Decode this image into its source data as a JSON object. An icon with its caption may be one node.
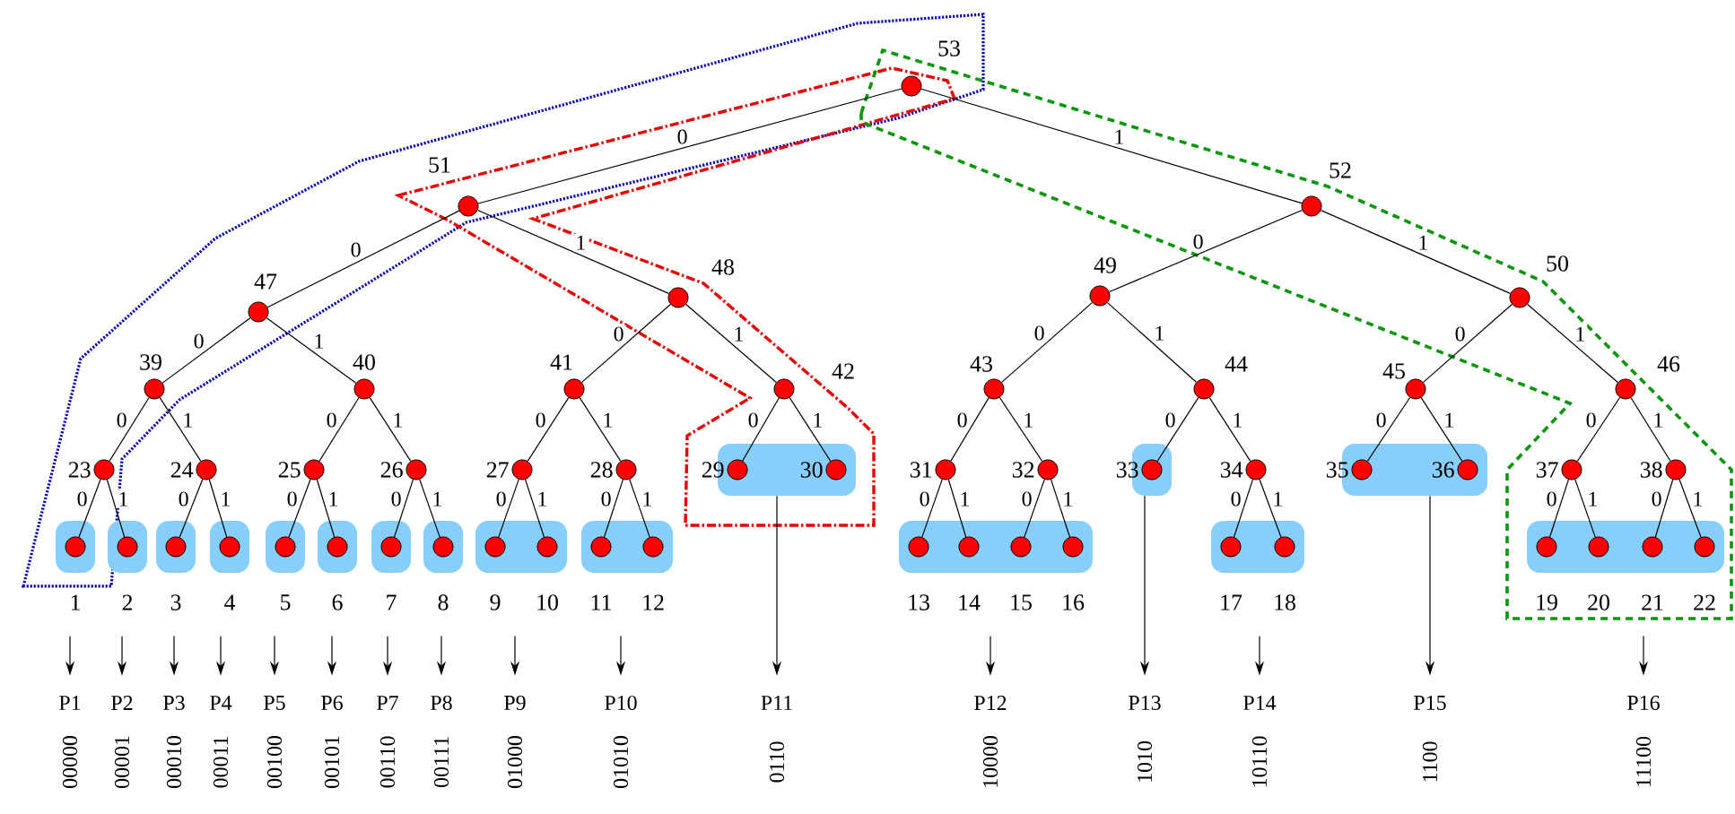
{
  "diagram": {
    "nodes": [
      {
        "text": [],
        "shape": "circle",
        "beside": [
          "53"
        ]
      },
      {
        "text": [],
        "shape": "circle",
        "beside": [
          "51"
        ]
      },
      {
        "text": [],
        "shape": "circle",
        "beside": [
          "52"
        ]
      },
      {
        "text": [],
        "shape": "circle",
        "beside": [
          "47"
        ]
      },
      {
        "text": [],
        "shape": "circle",
        "beside": [
          "48"
        ]
      },
      {
        "text": [],
        "shape": "circle",
        "beside": [
          "49"
        ]
      },
      {
        "text": [],
        "shape": "circle",
        "beside": [
          "50"
        ]
      },
      {
        "text": [],
        "shape": "circle",
        "beside": [
          "39"
        ]
      },
      {
        "text": [],
        "shape": "circle",
        "beside": [
          "40"
        ]
      },
      {
        "text": [],
        "shape": "circle",
        "beside": [
          "41"
        ]
      },
      {
        "text": [],
        "shape": "circle",
        "beside": [
          "42"
        ]
      },
      {
        "text": [],
        "shape": "circle",
        "beside": [
          "43"
        ]
      },
      {
        "text": [],
        "shape": "circle",
        "beside": [
          "44"
        ]
      },
      {
        "text": [],
        "shape": "circle",
        "beside": [
          "45"
        ]
      },
      {
        "text": [],
        "shape": "circle",
        "beside": [
          "46"
        ]
      },
      {
        "text": [],
        "shape": "circle",
        "beside": [
          "23"
        ]
      },
      {
        "text": [],
        "shape": "circle",
        "beside": [
          "24"
        ]
      },
      {
        "text": [],
        "shape": "circle",
        "beside": [
          "25"
        ]
      },
      {
        "text": [],
        "shape": "circle",
        "beside": [
          "26"
        ]
      },
      {
        "text": [],
        "shape": "circle",
        "beside": [
          "27"
        ]
      },
      {
        "text": [],
        "shape": "circle",
        "beside": [
          "28"
        ]
      },
      {
        "text": [],
        "shape": "box"
      },
      {
        "text": [],
        "shape": "circle",
        "beside": [
          "29"
        ],
        "in": 21
      },
      {
        "text": [],
        "shape": "circle",
        "beside": [
          "30"
        ],
        "in": 21
      },
      {
        "text": [],
        "shape": "circle",
        "beside": [
          "31"
        ]
      },
      {
        "text": [],
        "shape": "circle",
        "beside": [
          "32"
        ]
      },
      {
        "text": [],
        "shape": "box"
      },
      {
        "text": [],
        "shape": "circle",
        "beside": [
          "33"
        ],
        "in": 26
      },
      {
        "text": [],
        "shape": "circle",
        "beside": [
          "34"
        ]
      },
      {
        "text": [],
        "shape": "box"
      },
      {
        "text": [],
        "shape": "circle",
        "beside": [
          "35"
        ],
        "in": 29
      },
      {
        "text": [],
        "shape": "circle",
        "beside": [
          "36"
        ],
        "in": 29
      },
      {
        "text": [],
        "shape": "circle",
        "beside": [
          "37"
        ]
      },
      {
        "text": [],
        "shape": "circle",
        "beside": [
          "38"
        ]
      },
      {
        "text": [],
        "shape": "box"
      },
      {
        "text": [],
        "shape": "circle",
        "beside": [
          "1"
        ],
        "in": 34
      },
      {
        "text": [],
        "shape": "box"
      },
      {
        "text": [],
        "shape": "circle",
        "beside": [
          "2"
        ],
        "in": 36
      },
      {
        "text": [],
        "shape": "box"
      },
      {
        "text": [],
        "shape": "circle",
        "beside": [
          "3"
        ],
        "in": 38
      },
      {
        "text": [],
        "shape": "box"
      },
      {
        "text": [],
        "shape": "circle",
        "beside": [
          "4"
        ],
        "in": 40
      },
      {
        "text": [],
        "shape": "box"
      },
      {
        "text": [],
        "shape": "circle",
        "beside": [
          "5"
        ],
        "in": 42
      },
      {
        "text": [],
        "shape": "box"
      },
      {
        "text": [],
        "shape": "circle",
        "beside": [
          "6"
        ],
        "in": 44
      },
      {
        "text": [],
        "shape": "box"
      },
      {
        "text": [],
        "shape": "circle",
        "beside": [
          "7"
        ],
        "in": 46
      },
      {
        "text": [],
        "shape": "box"
      },
      {
        "text": [],
        "shape": "circle",
        "beside": [
          "8"
        ],
        "in": 48
      },
      {
        "text": [],
        "shape": "box"
      },
      {
        "text": [],
        "shape": "circle",
        "beside": [
          "9"
        ],
        "in": 50
      },
      {
        "text": [],
        "shape": "circle",
        "beside": [
          "10"
        ],
        "in": 50
      },
      {
        "text": [],
        "shape": "box"
      },
      {
        "text": [],
        "shape": "circle",
        "beside": [
          "11"
        ],
        "in": 53
      },
      {
        "text": [],
        "shape": "circle",
        "beside": [
          "12"
        ],
        "in": 53
      },
      {
        "text": [],
        "shape": "box"
      },
      {
        "text": [],
        "shape": "circle",
        "beside": [
          "13"
        ],
        "in": 56
      },
      {
        "text": [],
        "shape": "circle",
        "beside": [
          "14"
        ],
        "in": 56
      },
      {
        "text": [],
        "shape": "circle",
        "beside": [
          "15"
        ],
        "in": 56
      },
      {
        "text": [],
        "shape": "circle",
        "beside": [
          "16"
        ],
        "in": 56
      },
      {
        "text": [],
        "shape": "box"
      },
      {
        "text": [],
        "shape": "circle",
        "beside": [
          "17"
        ],
        "in": 61
      },
      {
        "text": [],
        "shape": "circle",
        "beside": [
          "18"
        ],
        "in": 61
      },
      {
        "text": [],
        "shape": "box"
      },
      {
        "text": [],
        "shape": "circle",
        "beside": [
          "19"
        ],
        "in": 64
      },
      {
        "text": [],
        "shape": "circle",
        "beside": [
          "20"
        ],
        "in": 64
      },
      {
        "text": [],
        "shape": "circle",
        "beside": [
          "21"
        ],
        "in": 64
      },
      {
        "text": [],
        "shape": "circle",
        "beside": [
          "22"
        ],
        "in": 64
      },
      {
        "text": [
          "P1"
        ],
        "beside": [
          "00000"
        ]
      },
      {
        "text": [
          "P2"
        ],
        "beside": [
          "00001"
        ]
      },
      {
        "text": [
          "P3"
        ],
        "beside": [
          "00010"
        ]
      },
      {
        "text": [
          "P4"
        ],
        "beside": [
          "00011"
        ]
      },
      {
        "text": [
          "P5"
        ],
        "beside": [
          "00100"
        ]
      },
      {
        "text": [
          "P6"
        ],
        "beside": [
          "00101"
        ]
      },
      {
        "text": [
          "P7"
        ],
        "beside": [
          "00110"
        ]
      },
      {
        "text": [
          "P8"
        ],
        "beside": [
          "00111"
        ]
      },
      {
        "text": [
          "P9"
        ],
        "beside": [
          "01000"
        ]
      },
      {
        "text": [
          "P10"
        ],
        "beside": [
          "01010"
        ]
      },
      {
        "text": [
          "P11"
        ],
        "beside": [
          "0110"
        ]
      },
      {
        "text": [
          "P12"
        ],
        "beside": [
          "10000"
        ]
      },
      {
        "text": [
          "P13"
        ],
        "beside": [
          "1010"
        ]
      },
      {
        "text": [
          "P14"
        ],
        "beside": [
          "10110"
        ]
      },
      {
        "text": [
          "P15"
        ],
        "beside": [
          "1100"
        ]
      },
      {
        "text": [
          "P16"
        ],
        "beside": [
          "11100"
        ]
      }
    ],
    "edges": [
      {
        "from": 0,
        "to": 1,
        "arrow": "none",
        "label": "0"
      },
      {
        "from": 0,
        "to": 2,
        "arrow": "none",
        "label": "1"
      },
      {
        "from": 1,
        "to": 3,
        "arrow": "none",
        "label": "0"
      },
      {
        "from": 1,
        "to": 4,
        "arrow": "none",
        "label": "1"
      },
      {
        "from": 2,
        "to": 5,
        "arrow": "none",
        "label": "0"
      },
      {
        "from": 2,
        "to": 6,
        "arrow": "none",
        "label": "1"
      },
      {
        "from": 3,
        "to": 7,
        "arrow": "none",
        "label": "0"
      },
      {
        "from": 3,
        "to": 8,
        "arrow": "none",
        "label": "1"
      },
      {
        "from": 4,
        "to": 9,
        "arrow": "none",
        "label": "0"
      },
      {
        "from": 4,
        "to": 10,
        "arrow": "none",
        "label": "1"
      },
      {
        "from": 5,
        "to": 11,
        "arrow": "none",
        "label": "0"
      },
      {
        "from": 5,
        "to": 12,
        "arrow": "none",
        "label": "1"
      },
      {
        "from": 6,
        "to": 13,
        "arrow": "none",
        "label": "0"
      },
      {
        "from": 6,
        "to": 14,
        "arrow": "none",
        "label": "1"
      },
      {
        "from": 7,
        "to": 15,
        "arrow": "none",
        "label": "0"
      },
      {
        "from": 7,
        "to": 16,
        "arrow": "none",
        "label": "1"
      },
      {
        "from": 8,
        "to": 17,
        "arrow": "none",
        "label": "0"
      },
      {
        "from": 8,
        "to": 18,
        "arrow": "none",
        "label": "1"
      },
      {
        "from": 9,
        "to": 19,
        "arrow": "none",
        "label": "0"
      },
      {
        "from": 9,
        "to": 20,
        "arrow": "none",
        "label": "1"
      },
      {
        "from": 10,
        "to": 22,
        "arrow": "none",
        "label": "0"
      },
      {
        "from": 10,
        "to": 23,
        "arrow": "none",
        "label": "1"
      },
      {
        "from": 11,
        "to": 24,
        "arrow": "none",
        "label": "0"
      },
      {
        "from": 11,
        "to": 25,
        "arrow": "none",
        "label": "1"
      },
      {
        "from": 12,
        "to": 27,
        "arrow": "none",
        "label": "0"
      },
      {
        "from": 12,
        "to": 28,
        "arrow": "none",
        "label": "1"
      },
      {
        "from": 13,
        "to": 30,
        "arrow": "none",
        "label": "0"
      },
      {
        "from": 13,
        "to": 31,
        "arrow": "none",
        "label": "1"
      },
      {
        "from": 14,
        "to": 32,
        "arrow": "none",
        "label": "0"
      },
      {
        "from": 14,
        "to": 33,
        "arrow": "none",
        "label": "1"
      },
      {
        "from": 15,
        "to": 35,
        "arrow": "none",
        "label": "0"
      },
      {
        "from": 15,
        "to": 37,
        "arrow": "none",
        "label": "1"
      },
      {
        "from": 16,
        "to": 39,
        "arrow": "none",
        "label": "0"
      },
      {
        "from": 16,
        "to": 41,
        "arrow": "none",
        "label": "1"
      },
      {
        "from": 17,
        "to": 43,
        "arrow": "none",
        "label": "0"
      },
      {
        "from": 17,
        "to": 45,
        "arrow": "none",
        "label": "1"
      },
      {
        "from": 18,
        "to": 47,
        "arrow": "none",
        "label": "0"
      },
      {
        "from": 18,
        "to": 49,
        "arrow": "none",
        "label": "1"
      },
      {
        "from": 19,
        "to": 51,
        "arrow": "none",
        "label": "0"
      },
      {
        "from": 19,
        "to": 52,
        "arrow": "none",
        "label": "1"
      },
      {
        "from": 20,
        "to": 54,
        "arrow": "none",
        "label": "0"
      },
      {
        "from": 20,
        "to": 55,
        "arrow": "none",
        "label": "1"
      },
      {
        "from": 24,
        "to": 57,
        "arrow": "none",
        "label": "0"
      },
      {
        "from": 24,
        "to": 58,
        "arrow": "none",
        "label": "1"
      },
      {
        "from": 25,
        "to": 59,
        "arrow": "none",
        "label": "0"
      },
      {
        "from": 25,
        "to": 60,
        "arrow": "none",
        "label": "1"
      },
      {
        "from": 28,
        "to": 62,
        "arrow": "none",
        "label": "0"
      },
      {
        "from": 28,
        "to": 63,
        "arrow": "none",
        "label": "1"
      },
      {
        "from": 32,
        "to": 65,
        "arrow": "none",
        "label": "0"
      },
      {
        "from": 32,
        "to": 66,
        "arrow": "none",
        "label": "1"
      },
      {
        "from": 33,
        "to": 67,
        "arrow": "none",
        "label": "0"
      },
      {
        "from": 33,
        "to": 68,
        "arrow": "none",
        "label": "1"
      },
      {
        "from": null,
        "to": 69,
        "arrow": "to"
      },
      {
        "from": null,
        "to": 70,
        "arrow": "to"
      },
      {
        "from": null,
        "to": 71,
        "arrow": "to"
      },
      {
        "from": null,
        "to": 72,
        "arrow": "to"
      },
      {
        "from": null,
        "to": 73,
        "arrow": "to"
      },
      {
        "from": null,
        "to": 74,
        "arrow": "to"
      },
      {
        "from": null,
        "to": 75,
        "arrow": "to"
      },
      {
        "from": null,
        "to": 76,
        "arrow": "to"
      },
      {
        "from": null,
        "to": 77,
        "arrow": "to"
      },
      {
        "from": null,
        "to": 78,
        "arrow": "to"
      },
      {
        "from": 21,
        "to": 79,
        "arrow": "to"
      },
      {
        "from": null,
        "to": 80,
        "arrow": "to"
      },
      {
        "from": 26,
        "to": 81,
        "arrow": "to"
      },
      {
        "from": null,
        "to": 82,
        "arrow": "to"
      },
      {
        "from": 29,
        "to": 83,
        "arrow": "to"
      },
      {
        "from": null,
        "to": 84,
        "arrow": "to"
      }
    ]
  }
}
